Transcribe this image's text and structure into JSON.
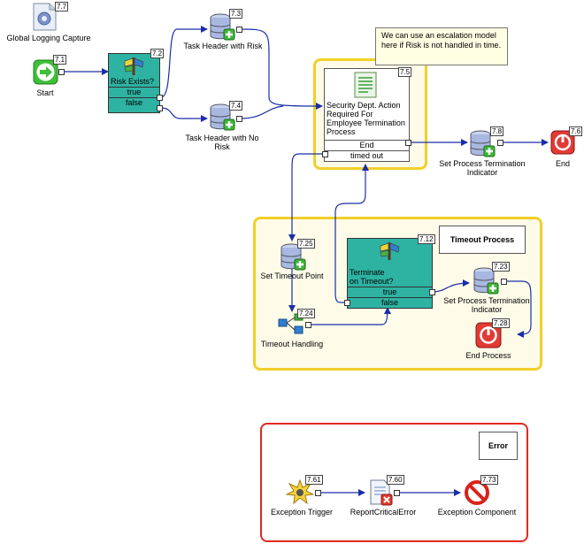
{
  "nodes": {
    "global_logging": {
      "id": "7.7",
      "label": "Global Logging Capture"
    },
    "start": {
      "id": "7.1",
      "label": "Start"
    },
    "risk_exists": {
      "id": "7.2",
      "label": "Risk Exists?",
      "opt_true": "true",
      "opt_false": "false"
    },
    "task_header_risk": {
      "id": "7.3",
      "label": "Task Header with Risk"
    },
    "task_header_no_risk": {
      "id": "7.4",
      "label": "Task Header with No Risk"
    },
    "security_action": {
      "id": "7.5",
      "label": "Security Dept. Action Required For Employee Termination Process",
      "opt_end": "End",
      "opt_timeout": "timed out"
    },
    "set_termination": {
      "id": "7.8",
      "label": "Set Process Termination Indicator"
    },
    "end": {
      "id": "7.6",
      "label": "End"
    },
    "set_timeout_point": {
      "id": "7.25",
      "label": "Set Timeout Point"
    },
    "terminate_on_timeout": {
      "id": "7.12",
      "label": "Terminate on Timeout?",
      "opt_true": "true",
      "opt_false": "false"
    },
    "set_termination_2": {
      "id": "7.23",
      "label": "Set Process Termination Indicator"
    },
    "timeout_handling": {
      "id": "7.24",
      "label": "Timeout Handling"
    },
    "end_process": {
      "id": "7.28",
      "label": "End Process"
    },
    "exception_trigger": {
      "id": "7.61",
      "label": "Exception Trigger"
    },
    "report_error": {
      "id": "7.60",
      "label": "ReportCriticalError"
    },
    "exception_component": {
      "id": "7.73",
      "label": "Exception Component"
    }
  },
  "note": "We can use an escalation model here if Risk is not handled in time.",
  "groups": {
    "timeout": "Timeout Process",
    "error": "Error"
  },
  "colors": {
    "teal": "#2eb3a3",
    "wire": "#1a2ea6",
    "group_yellow": "#f2cf2a",
    "group_red": "#e0291f"
  }
}
